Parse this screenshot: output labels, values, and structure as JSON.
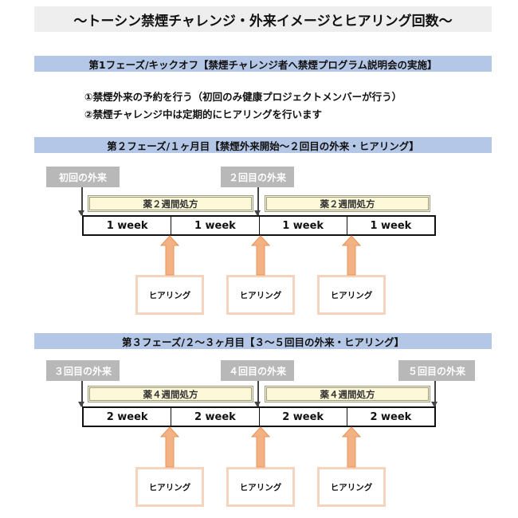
{
  "title": "〜トーシン禁煙チャレンジ・外来イメージとヒアリング回数〜",
  "phase1": {
    "header": "第1フェーズ/キックオフ【禁煙チャレンジ者へ禁煙プログラム説明会の実施】",
    "notes": [
      "①禁煙外来の予約を行う（初回のみ健康プロジェクトメンバーが行う）",
      "②禁煙チャレンジ中は定期的にヒアリングを行います"
    ]
  },
  "phase2": {
    "header": "第２フェーズ/１ヶ月目【禁煙外来開始〜２回目の外来・ヒアリング】",
    "visits": [
      "初回の外来",
      "２回目の外来"
    ],
    "prescriptions": [
      "薬２週間処方",
      "薬２週間処方"
    ],
    "weeks": [
      "1 week",
      "1 week",
      "1 week",
      "1 week"
    ],
    "hearings": [
      "ヒアリング",
      "ヒアリング",
      "ヒアリング"
    ]
  },
  "phase3": {
    "header": "第３フェーズ/２〜３ヶ月目【３〜５回目の外来・ヒアリング】",
    "visits": [
      "３回目の外来",
      "４回目の外来",
      "５回目の外来"
    ],
    "prescriptions": [
      "薬４週間処方",
      "薬４週間処方"
    ],
    "weeks": [
      "2 week",
      "2 week",
      "2 week",
      "2 week"
    ],
    "hearings": [
      "ヒアリング",
      "ヒアリング",
      "ヒアリング"
    ]
  },
  "colors": {
    "phase_header": "#b4c7e7",
    "visit_box": "#b8b8b8",
    "prescription_fill": "#fdf9d8",
    "arrow": "#f4b183",
    "hearing_border": "#f5d4bd"
  }
}
